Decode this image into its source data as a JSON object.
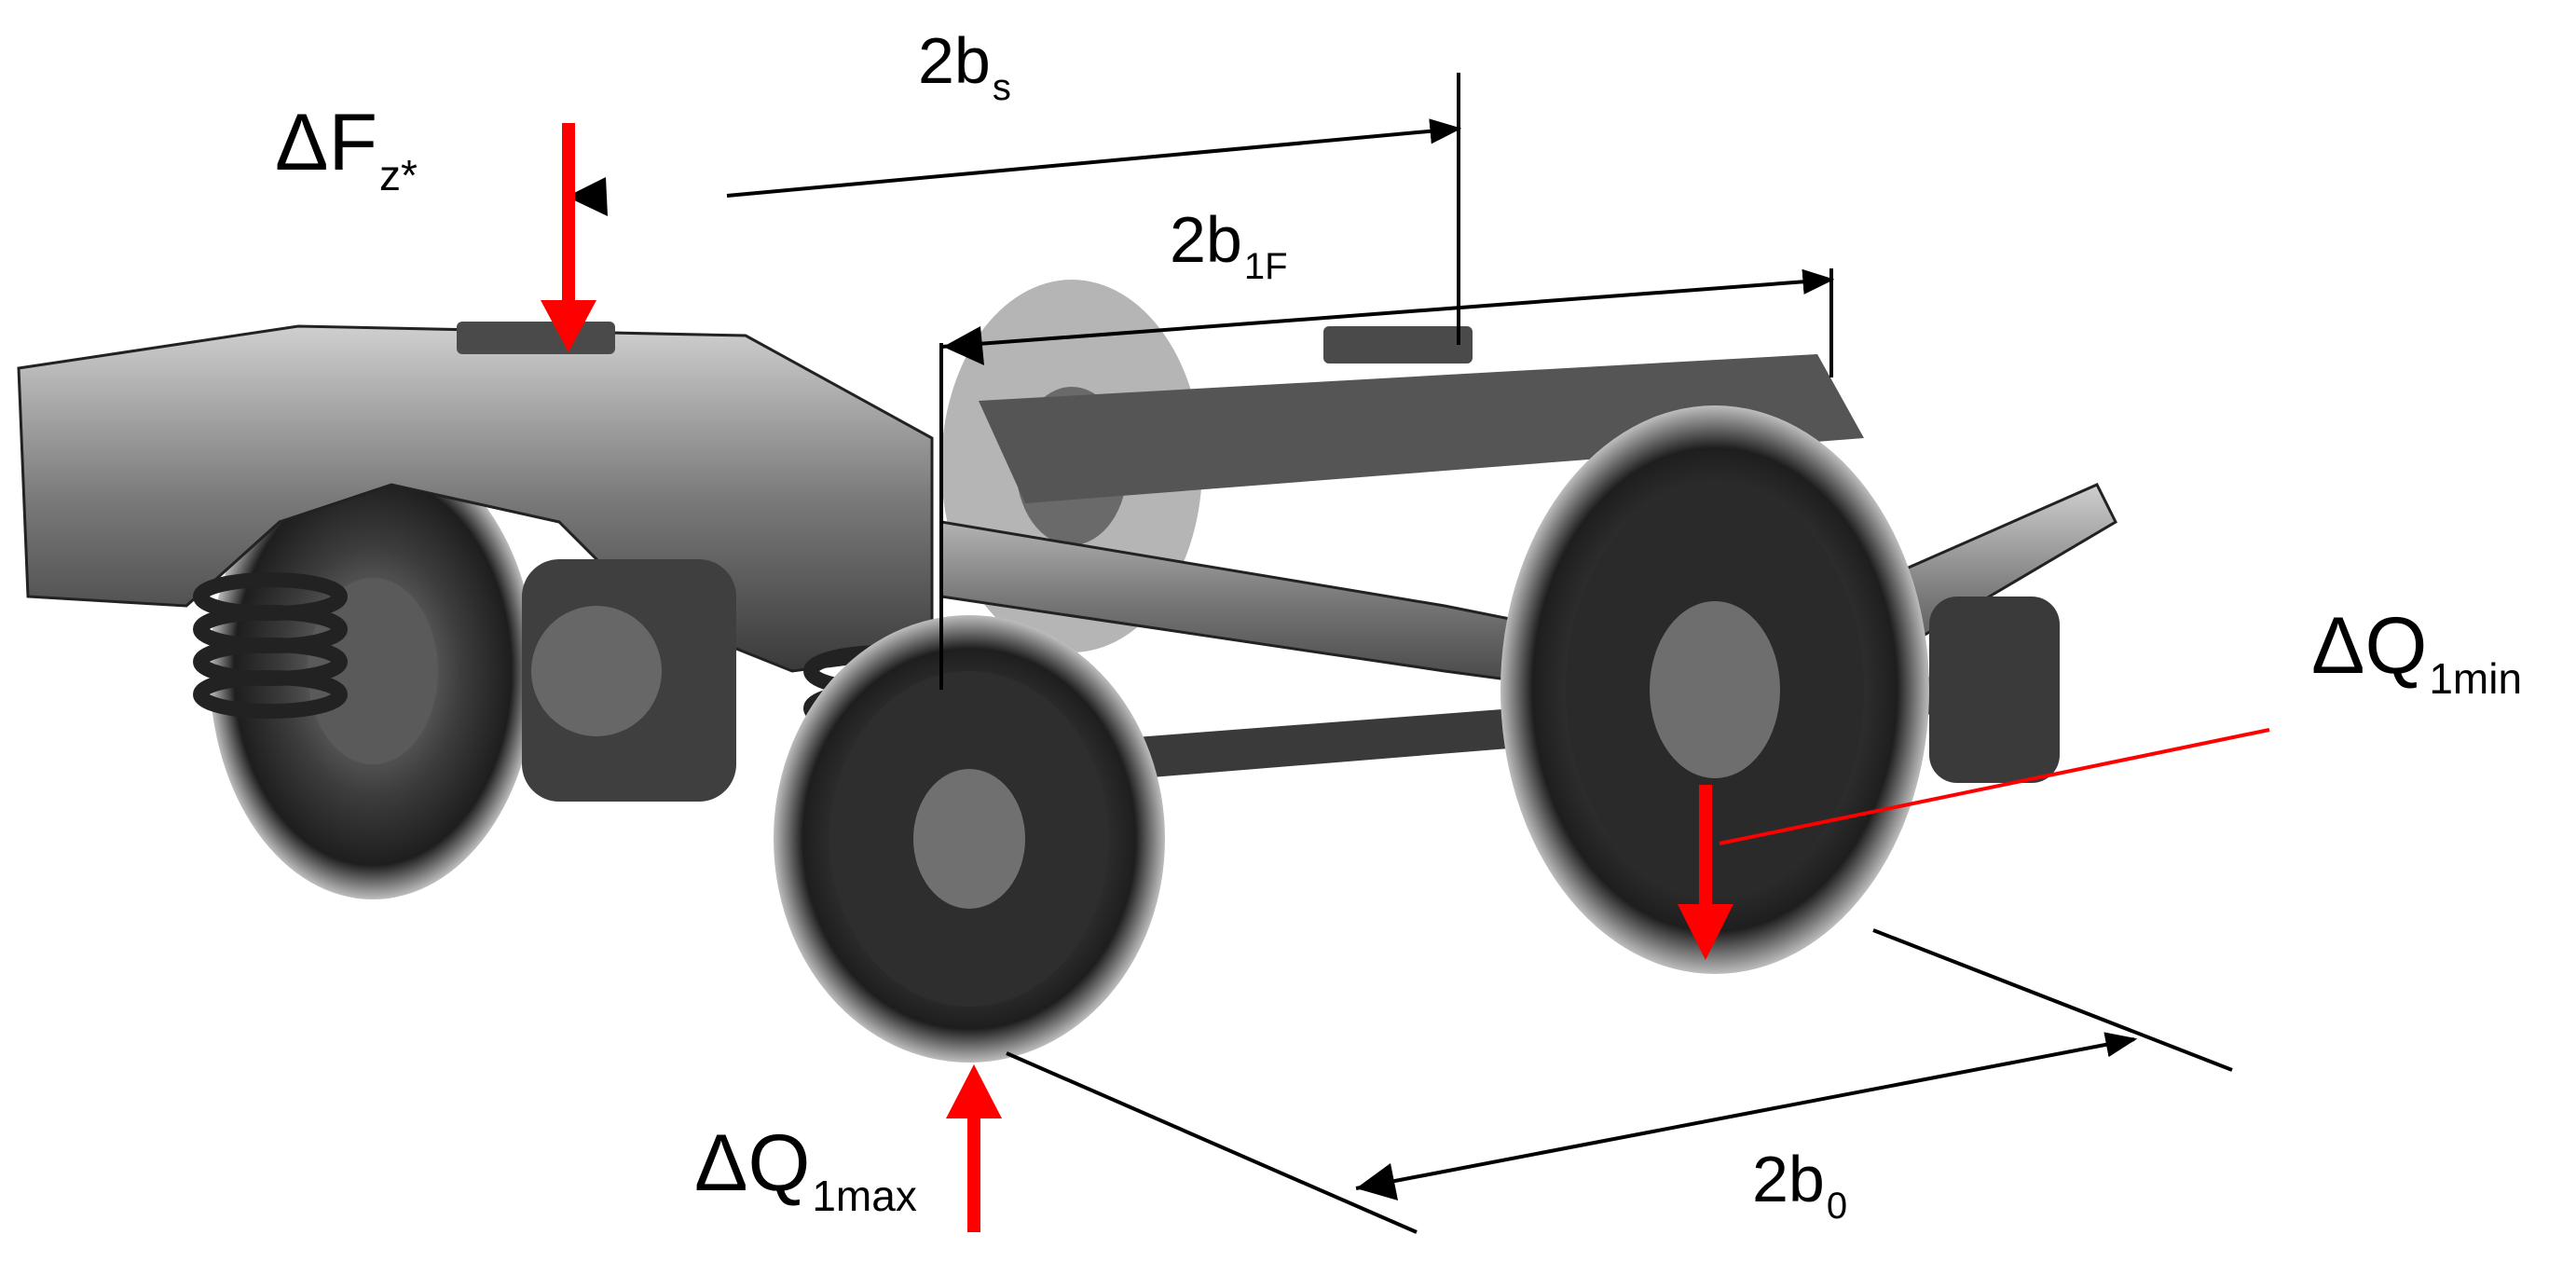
{
  "labels": {
    "force_z": {
      "main": "ΔF",
      "sub": "z*"
    },
    "span_s": {
      "main": "2b",
      "sub": "s"
    },
    "span_1f": {
      "main": "2b",
      "sub": "1F"
    },
    "load_min": {
      "main": "ΔQ",
      "sub": "1min"
    },
    "load_max": {
      "main": "ΔQ",
      "sub": "1max"
    },
    "span_0": {
      "main": "2b",
      "sub": "0"
    }
  },
  "colors": {
    "force_arrow": "#ff0000",
    "dimension_line": "#000000",
    "bogie_dark": "#2b2b2b",
    "bogie_mid": "#6e6e6e",
    "bogie_light": "#bdbdbd"
  }
}
